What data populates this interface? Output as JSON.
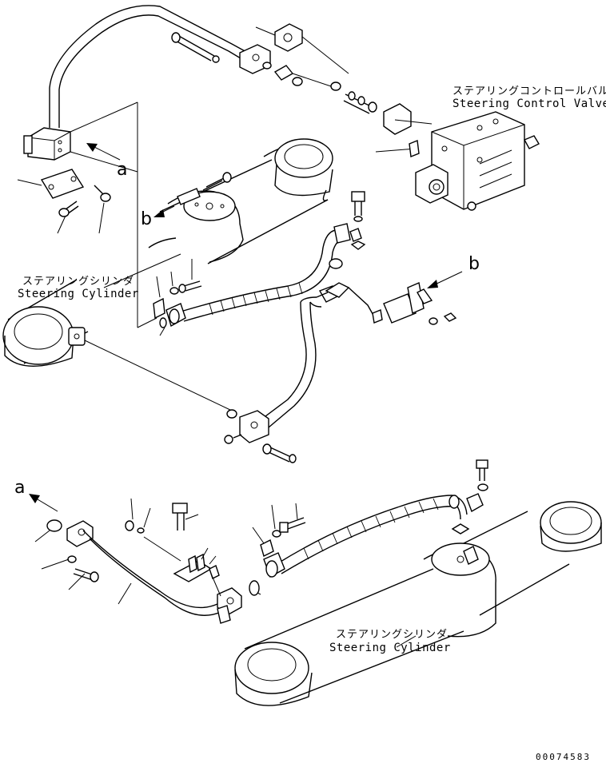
{
  "labels": {
    "valve_jp": "ステアリングコントロールバルブ",
    "valve_en": "Steering Control Valve",
    "cyl_top_jp": "ステアリングシリンダ",
    "cyl_top_en": "Steering Cylinder",
    "cyl_bot_jp": "ステアリングシリンダ",
    "cyl_bot_en": "Steering Cylinder"
  },
  "callouts": {
    "a_top": "a",
    "b_top": "b",
    "b_right": "b",
    "a_bottom": "a"
  },
  "drawing_number": "00074583"
}
